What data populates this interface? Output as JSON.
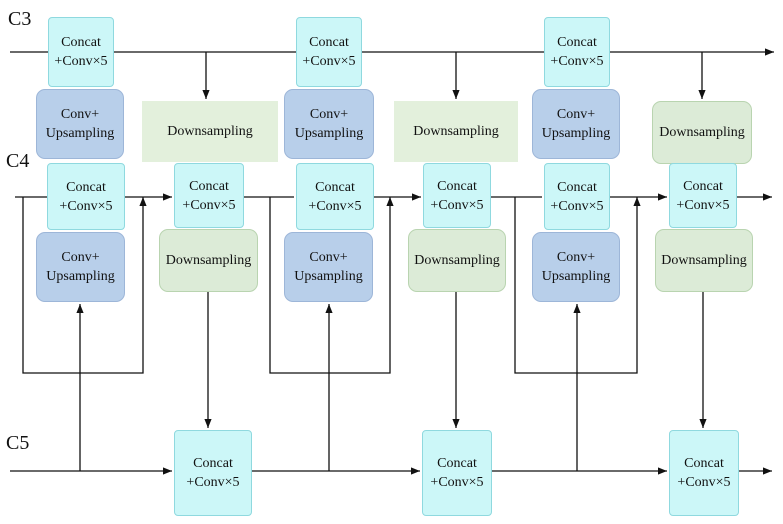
{
  "labels": {
    "c3": "C3",
    "c4": "C4",
    "c5": "C5"
  },
  "blocks": {
    "concat": [
      "Concat",
      "+Conv×5"
    ],
    "conv": [
      "Conv+",
      "Upsampling"
    ],
    "down": "Downsampling"
  },
  "colors": {
    "concat_fill": "#ccf7f8",
    "conv_fill": "#b8cfea",
    "down_fill": "#dcebd7",
    "line": "#111111"
  }
}
